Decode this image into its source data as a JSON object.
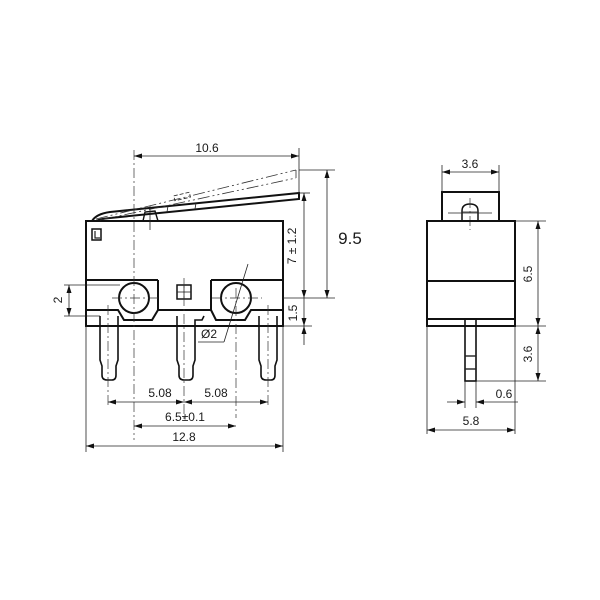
{
  "drawing": {
    "subject": "micro switch with lever",
    "line_color": "#111111",
    "background": "#ffffff"
  },
  "front_view": {
    "dimensions": {
      "lever_length": "10.6",
      "overall_height": "9.5",
      "lever_height": "7 ± 1.2",
      "hole_offset_bottom": "1.5",
      "hole_height_from_base": "2",
      "hole_diameter": "Ø2",
      "pin_pitch_left": "5.08",
      "pin_pitch_right": "5.08",
      "hole_spacing": "6.5±0.1",
      "body_length": "12.8"
    }
  },
  "side_view": {
    "dimensions": {
      "actuator_width": "3.6",
      "body_height": "6.5",
      "pin_length": "3.6",
      "pin_thickness": "0.6",
      "body_width": "5.8"
    }
  }
}
